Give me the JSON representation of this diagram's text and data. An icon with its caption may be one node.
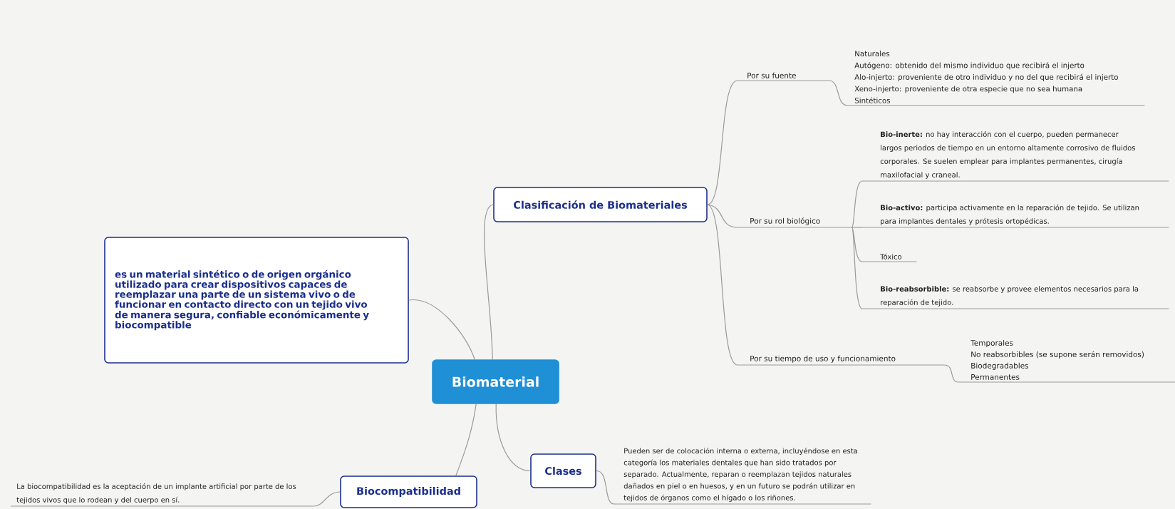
{
  "diagram": {
    "nodes": [
      {
        "text": [
          "Biomaterial"
        ]
      },
      {
        "text": [
          "es un material sintético o de origen orgánico utilizado para crear dispositivos capaces de reemplazar una parte de un sistema vivo o de funcionar en contacto directo con un tejido vivo de manera segura, confiable económicamente y biocompatible"
        ]
      },
      {
        "text": [
          "Clasificación de Biomateriales"
        ]
      },
      {
        "text": [
          "Clases"
        ]
      },
      {
        "text": [
          "Biocompatibilidad"
        ]
      },
      {
        "text": [
          "Por su fuente"
        ]
      },
      {
        "text": [
          "Por su rol biológico"
        ]
      },
      {
        "text": [
          "Por su tiempo de uso y funcionamiento"
        ]
      },
      {
        "text": [
          "Naturales",
          "Autógeno: obtenido del mismo individuo que recibirá el injerto",
          "Alo-injerto: proveniente de otro individuo y no del que recibirá el injerto",
          "Xeno-injerto: proveniente de otra especie que no sea humana",
          "Sintéticos"
        ]
      },
      {
        "text": [
          "**Bio-inerte:** no hay interacción con el cuerpo, pueden permanecer largos periodos de tiempo en un entorno altamente corrosivo de fluidos corporales. Se suelen emplear para implantes permanentes, cirugía maxilofacial y craneal."
        ]
      },
      {
        "text": [
          "**Bio-activo:** participa activamente en la reparación de tejido. Se utilizan para implantes dentales y prótesis ortopédicas."
        ]
      },
      {
        "text": [
          "Tóxico"
        ]
      },
      {
        "text": [
          "**Bio-reabsorbible:** se reabsorbe y provee elementos necesarios para la reparación de tejido."
        ]
      },
      {
        "text": [
          "Temporales",
          "No reabsorbibles (se supone serán removidos)",
          "Biodegradables",
          "Permanentes"
        ]
      },
      {
        "text": [
          "Pueden ser de colocación interna o externa, incluyéndose en esta categoría los materiales dentales que han sido tratados por separado. Actualmente, reparan o reemplazan tejidos naturales dañados en piel o en huesos, y en un futuro se podrán utilizar en tejidos de órganos como el hígado o los riñones."
        ]
      },
      {
        "text": [
          "La biocompatibilidad es la aceptación de un implante artificial por parte de los tejidos vivos que lo rodean y del cuerpo en sí."
        ]
      }
    ],
    "edges": [
      {
        "from": 0,
        "to": 1,
        "arrow": "none"
      },
      {
        "from": 0,
        "to": 2,
        "arrow": "none"
      },
      {
        "from": 0,
        "to": 3,
        "arrow": "none"
      },
      {
        "from": 0,
        "to": 4,
        "arrow": "none"
      },
      {
        "from": 2,
        "to": 5,
        "arrow": "none"
      },
      {
        "from": 2,
        "to": 6,
        "arrow": "none"
      },
      {
        "from": 2,
        "to": 7,
        "arrow": "none"
      },
      {
        "from": 5,
        "to": 8,
        "arrow": "none"
      },
      {
        "from": 6,
        "to": 9,
        "arrow": "none"
      },
      {
        "from": 6,
        "to": 10,
        "arrow": "none"
      },
      {
        "from": 6,
        "to": 11,
        "arrow": "none"
      },
      {
        "from": 6,
        "to": 12,
        "arrow": "none"
      },
      {
        "from": 7,
        "to": 13,
        "arrow": "none"
      },
      {
        "from": 3,
        "to": 14,
        "arrow": "none"
      },
      {
        "from": 4,
        "to": 15,
        "arrow": "none"
      }
    ]
  }
}
